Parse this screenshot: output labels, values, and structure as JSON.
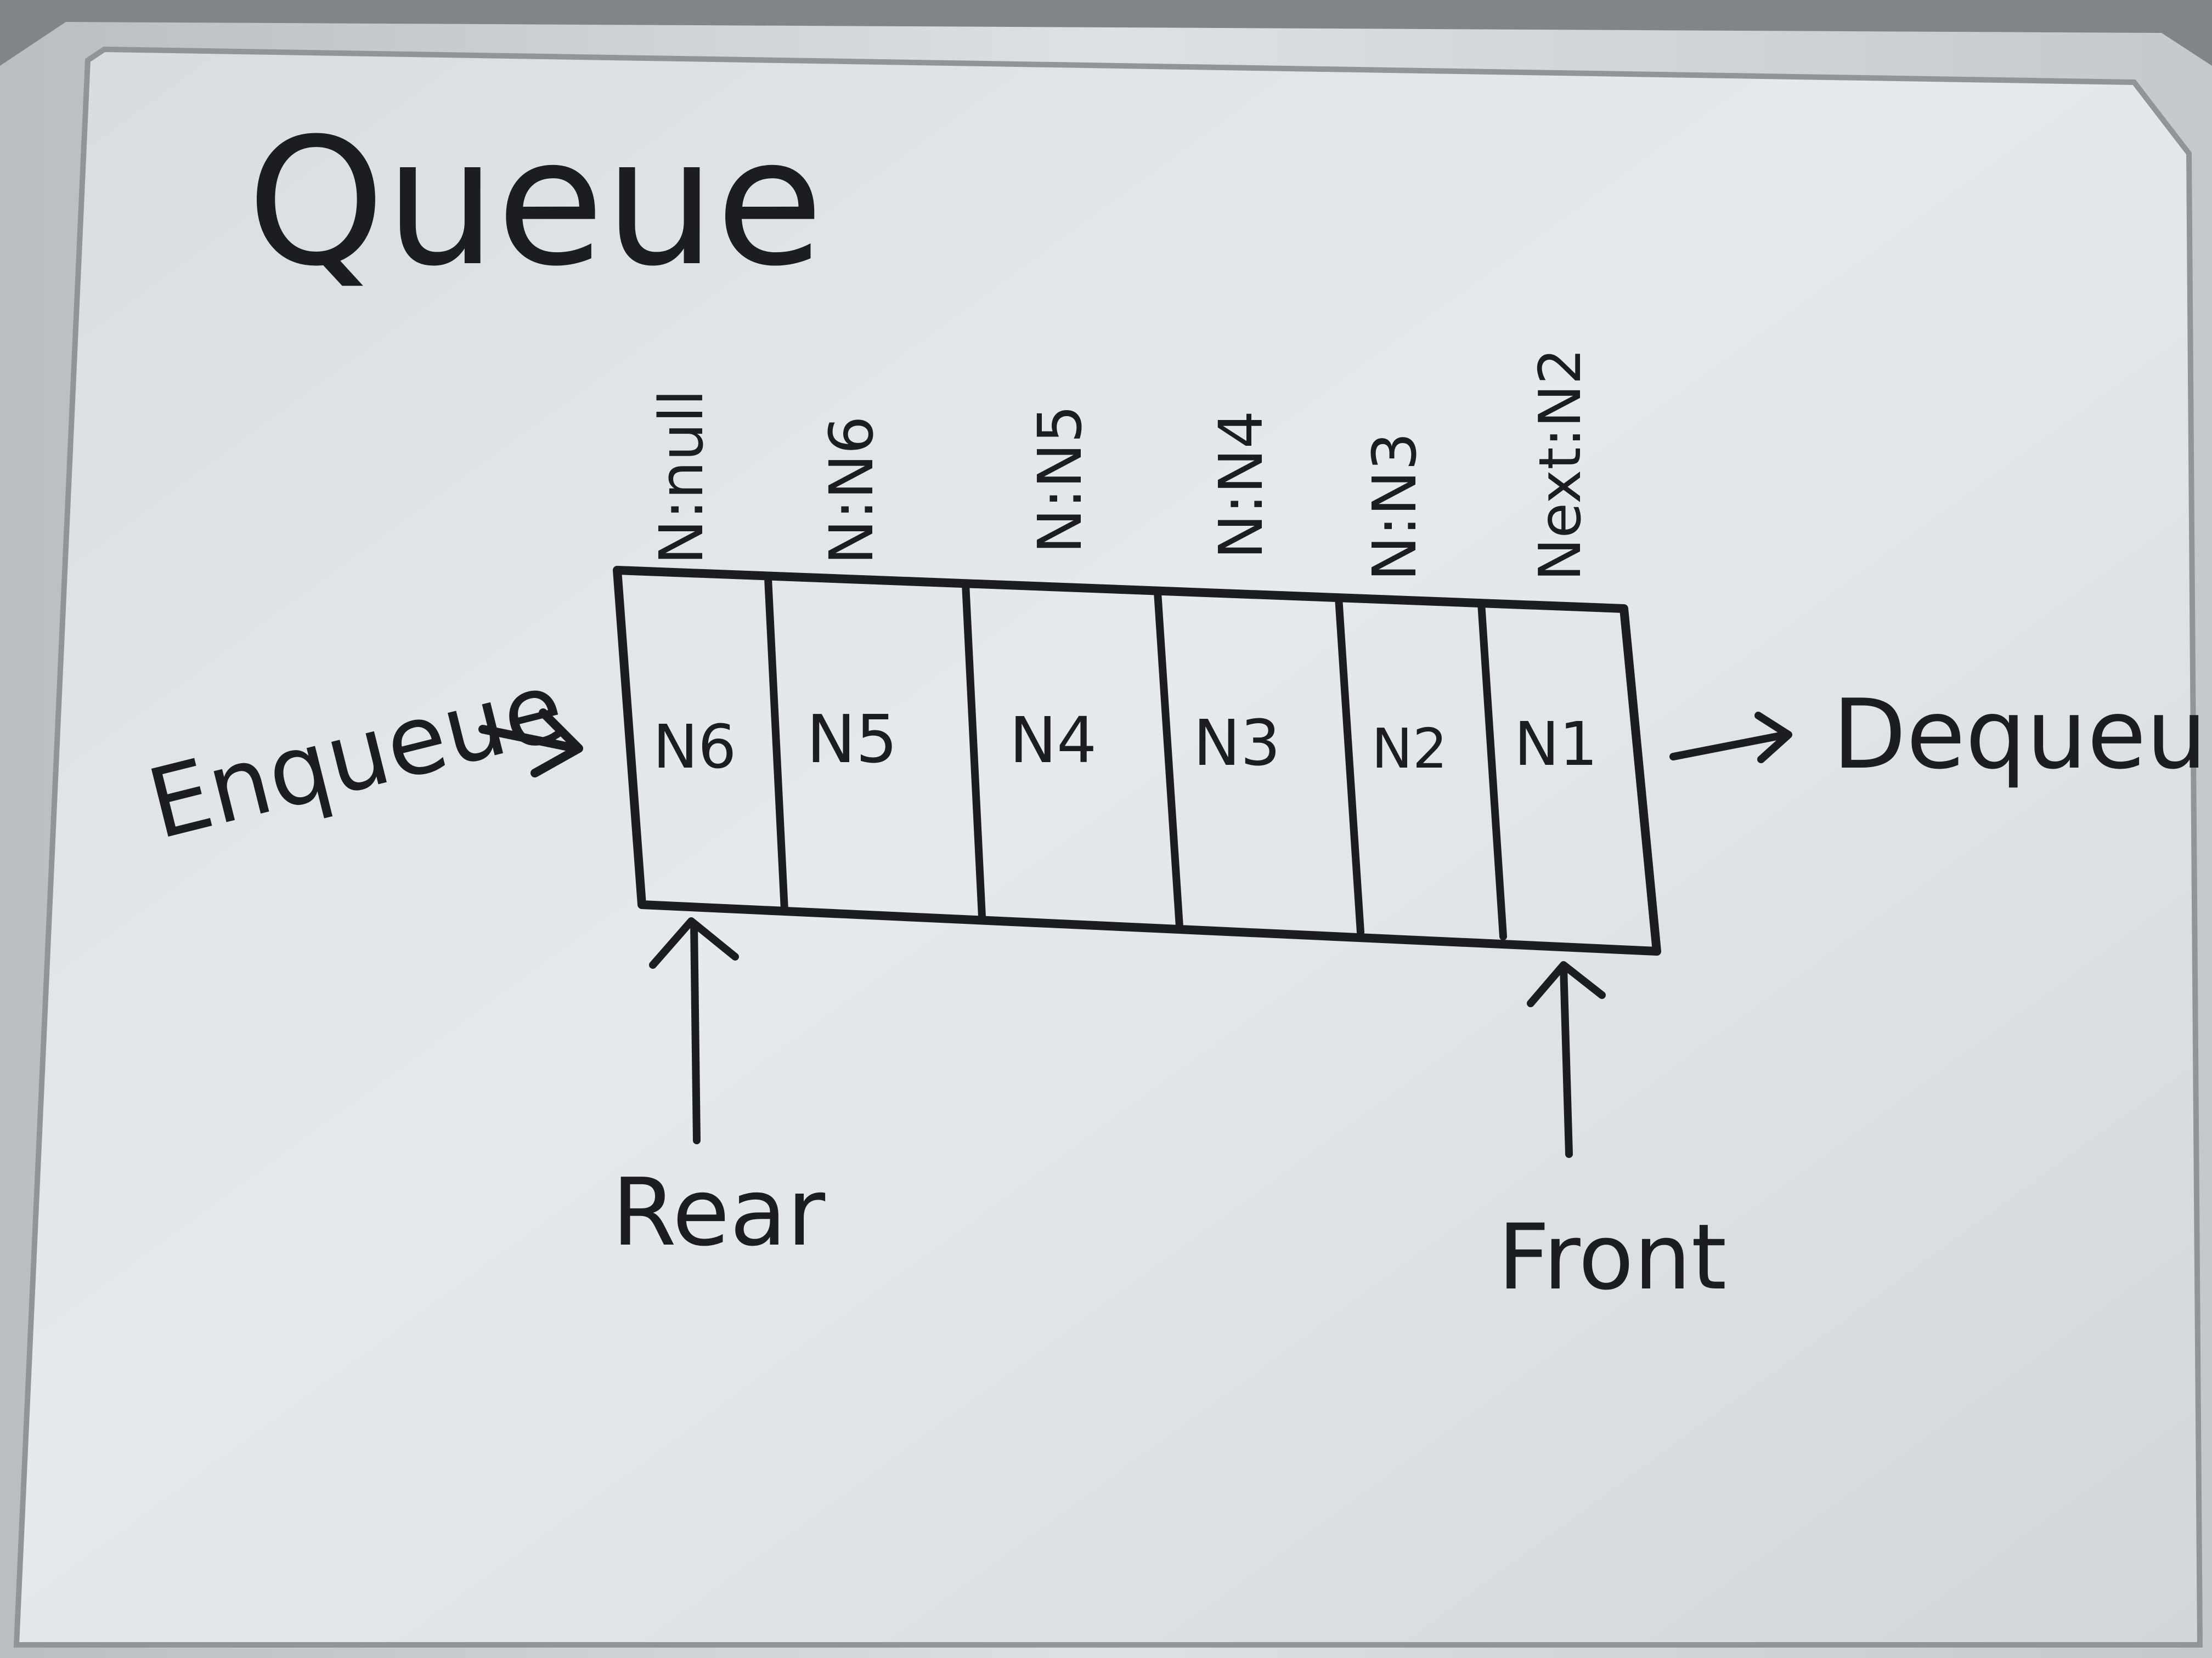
{
  "title": "Queue",
  "labels": {
    "enqueue": "Enqueue",
    "dequeue": "Dequeue",
    "rear": "Rear",
    "front": "Front"
  },
  "nodes": [
    {
      "name": "N6",
      "pointer": "N:null"
    },
    {
      "name": "N5",
      "pointer": "N:N6"
    },
    {
      "name": "N4",
      "pointer": "N:N5"
    },
    {
      "name": "N3",
      "pointer": "N:N4"
    },
    {
      "name": "N2",
      "pointer": "N:N3"
    },
    {
      "name": "N1",
      "pointer": "Next:N2"
    }
  ],
  "colors": {
    "board": "#e4e8ea",
    "ink": "#1c1d20",
    "frame": "#c9cdd0"
  }
}
